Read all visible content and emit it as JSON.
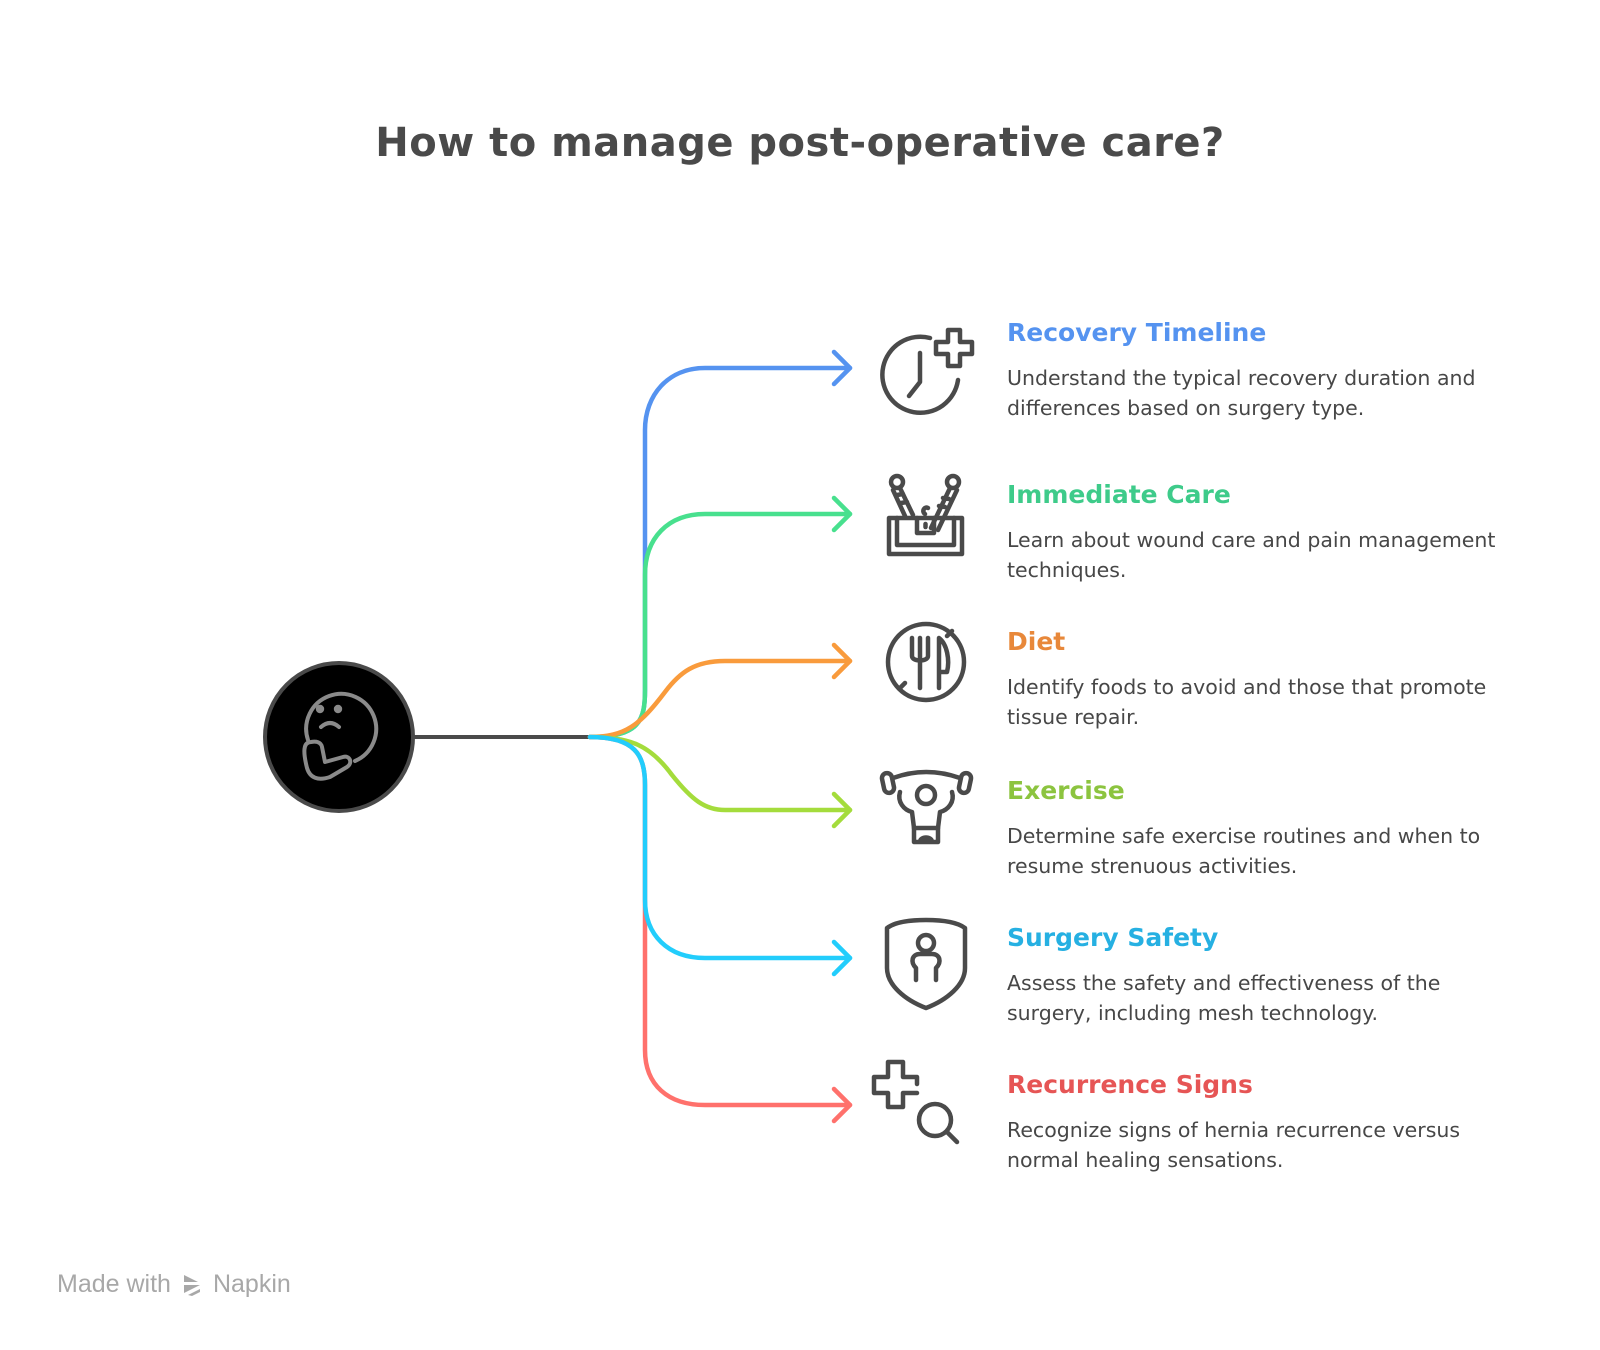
{
  "title": "How to manage post-operative care?",
  "center_node": {
    "icon": "thinking-face-icon",
    "fill_color": "#000000",
    "border_color": "#4a4a4a"
  },
  "branches": [
    {
      "title": "Recovery Timeline",
      "description": "Understand the typical recovery duration and differences based on surgery type.",
      "color": "#5593f0",
      "icon": "clock-plus-icon"
    },
    {
      "title": "Immediate Care",
      "description": "Learn about wound care and pain management techniques.",
      "color": "#3ecb8a",
      "line_color": "#48e08e",
      "icon": "surgical-tools-kit-icon"
    },
    {
      "title": "Diet",
      "description": "Identify foods to avoid and those that promote tissue repair.",
      "color": "#e8883a",
      "line_color": "#f99b3c",
      "icon": "no-food-icon"
    },
    {
      "title": "Exercise",
      "description": "Determine safe exercise routines and when to resume strenuous activities.",
      "color": "#8cc43f",
      "line_color": "#a4dc3c",
      "icon": "weightlifting-person-icon"
    },
    {
      "title": "Surgery Safety",
      "description": "Assess the safety and effectiveness of the surgery, including mesh technology.",
      "color": "#26b0e2",
      "line_color": "#22cdfc",
      "icon": "shield-person-icon"
    },
    {
      "title": "Recurrence Signs",
      "description": "Recognize signs of hernia recurrence versus normal healing sensations.",
      "color": "#e65555",
      "line_color": "#ff716c",
      "icon": "medical-cross-search-icon"
    }
  ],
  "footer": {
    "made_with": "Made with",
    "brand": "Napkin",
    "icon": "napkin-logo-icon"
  }
}
